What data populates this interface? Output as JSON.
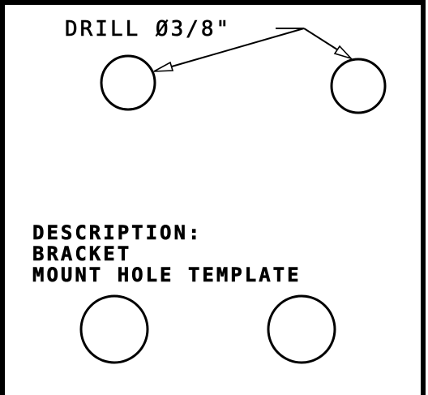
{
  "drawing": {
    "callout": {
      "label": "DRILL Ø3/8\""
    },
    "description": {
      "heading": "DESCRIPTION:",
      "line1": "BRACKET",
      "line2": "MOUNT HOLE TEMPLATE"
    },
    "colors": {
      "line": "#000000",
      "background": "#ffffff"
    }
  }
}
